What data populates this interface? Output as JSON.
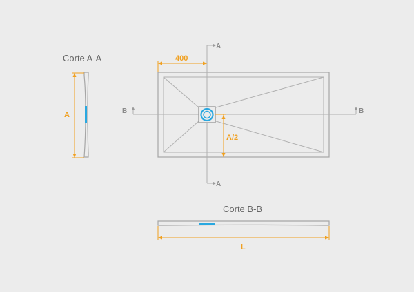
{
  "titles": {
    "section_aa": "Corte A-A",
    "section_bb": "Corte B-B"
  },
  "dimensions": {
    "width_a": "A",
    "drain_offset": "400",
    "half_a": "A/2",
    "length_l": "L"
  },
  "section_markers": {
    "a_top": "A",
    "a_bottom": "A",
    "b_left": "B",
    "b_right": "B"
  },
  "colors": {
    "background": "#ececec",
    "outline": "#b0b0b0",
    "dimension": "#f0a020",
    "drain": "#2aa8e0"
  }
}
